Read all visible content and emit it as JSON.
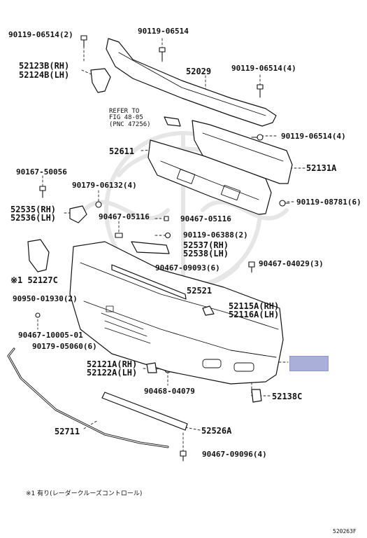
{
  "labels": {
    "p90119_06514_2_top": "90119-06514(2)",
    "p90119_06514_top": "90119-06514",
    "p52123b": "52123B(RH)",
    "p52124b": "52124B(LH)",
    "p52029": "52029",
    "p90119_06514_4_a": "90119-06514(4)",
    "p90119_06514_4_b": "90119-06514(4)",
    "p52611": "52611",
    "p52131a": "52131A",
    "p90167_50056": "90167-50056",
    "p90179_06132": "90179-06132(4)",
    "p90119_08781": "90119-08781(6)",
    "p52535": "52535(RH)",
    "p52536": "52536(LH)",
    "p90467_05116_a": "90467-05116",
    "p90467_05116_b": "90467-05116",
    "p90119_06388": "90119-06388(2)",
    "p52537": "52537(RH)",
    "p52538": "52538(LH)",
    "p90467_09093": "90467-09093(6)",
    "p90467_04029": "90467-04029(3)",
    "p52127c": "※1 52127C",
    "p52521": "52521",
    "p90950_01930": "90950-01930(2)",
    "p52115a": "52115A(RH)",
    "p52116a": "52116A(LH)",
    "p90467_10005": "90467-10005-01",
    "p90179_05060": "90179-05060(6)",
    "p52121a": "52121A(RH)",
    "p52122a": "52122A(LH)",
    "p90468_04079": "90468-04079",
    "p52138c": "52138C",
    "p52711": "52711",
    "p52526a": "52526A",
    "p90467_09096": "90467-09096(4)"
  },
  "reference": {
    "line1": "REFER TO",
    "line2": "FIG 48-05",
    "line3": "(PNC 47256)"
  },
  "footnote": "※1 有り(レーダークルーズコントロール)",
  "figure_code": "520263F",
  "highlight_color": "#a9afd9"
}
